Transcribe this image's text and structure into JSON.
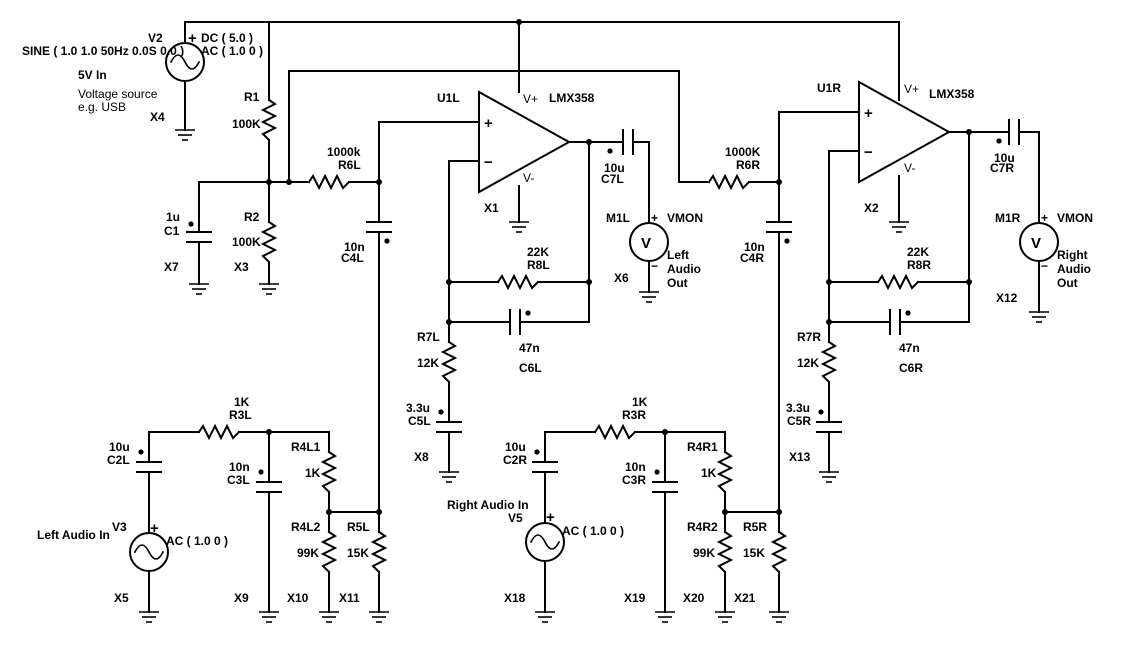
{
  "sources": {
    "v2": {
      "ref": "V2",
      "dc": "DC ( 5.0 )",
      "ac": "AC ( 1.0 0 )",
      "sine": "SINE ( 1.0 1.0 50Hz 0.0S 0.0 )",
      "label": "5V In",
      "desc1": "Voltage source",
      "desc2": "e.g. USB",
      "x": "X4"
    },
    "v3": {
      "ref": "V3",
      "ac": "AC ( 1.0 0 )",
      "label": "Left Audio In",
      "x": "X5"
    },
    "v5": {
      "ref": "V5",
      "ac": "AC ( 1.0 0 )",
      "label": "Right Audio In",
      "x": "X18"
    }
  },
  "opamps": {
    "u1l": {
      "ref": "U1L",
      "part": "LMX358",
      "vp": "V+",
      "vm": "V-",
      "plus": "+",
      "minus": "−",
      "x": "X1"
    },
    "u1r": {
      "ref": "U1R",
      "part": "LMX358",
      "vp": "V+",
      "vm": "V-",
      "plus": "+",
      "minus": "−",
      "x": "X2"
    }
  },
  "meters": {
    "m1l": {
      "ref": "M1L",
      "type": "VMON",
      "sym": "V",
      "l1": "Left",
      "l2": "Audio",
      "l3": "Out",
      "x": "X6"
    },
    "m1r": {
      "ref": "M1R",
      "type": "VMON",
      "sym": "V",
      "l1": "Right",
      "l2": "Audio",
      "l3": "Out",
      "x": "X12"
    }
  },
  "resistors": {
    "r1": {
      "ref": "R1",
      "val": "100K"
    },
    "r2": {
      "ref": "R2",
      "val": "100K",
      "x": "X3"
    },
    "r6l": {
      "ref": "R6L",
      "val": "1000k"
    },
    "r6r": {
      "ref": "R6R",
      "val": "1000K"
    },
    "r8l": {
      "ref": "R8L",
      "val": "22K"
    },
    "r8r": {
      "ref": "R8R",
      "val": "22K"
    },
    "r7l": {
      "ref": "R7L",
      "val": "12K"
    },
    "r7r": {
      "ref": "R7R",
      "val": "12K"
    },
    "r3l": {
      "ref": "R3L",
      "val": "1K"
    },
    "r3r": {
      "ref": "R3R",
      "val": "1K"
    },
    "r4l1": {
      "ref": "R4L1",
      "val": "1K"
    },
    "r4r1": {
      "ref": "R4R1",
      "val": "1K"
    },
    "r4l2": {
      "ref": "R4L2",
      "val": "99K",
      "x": "X10"
    },
    "r4r2": {
      "ref": "R4R2",
      "val": "99K",
      "x": "X20"
    },
    "r5l": {
      "ref": "R5L",
      "val": "15K",
      "x": "X11"
    },
    "r5r": {
      "ref": "R5R",
      "val": "15K",
      "x": "X21"
    }
  },
  "capacitors": {
    "c1": {
      "ref": "C1",
      "val": "1u",
      "x": "X7"
    },
    "c4l": {
      "ref": "C4L",
      "val": "10n"
    },
    "c4r": {
      "ref": "C4R",
      "val": "10n"
    },
    "c7l": {
      "ref": "C7L",
      "val": "10u"
    },
    "c7r": {
      "ref": "C7R",
      "val": "10u"
    },
    "c6l": {
      "ref": "C6L",
      "val": "47n"
    },
    "c6r": {
      "ref": "C6R",
      "val": "47n"
    },
    "c5l": {
      "ref": "C5L",
      "val": "3.3u",
      "x": "X8"
    },
    "c5r": {
      "ref": "C5R",
      "val": "3.3u",
      "x": "X13"
    },
    "c2l": {
      "ref": "C2L",
      "val": "10u"
    },
    "c2r": {
      "ref": "C2R",
      "val": "10u"
    },
    "c3l": {
      "ref": "C3L",
      "val": "10n",
      "x": "X9"
    },
    "c3r": {
      "ref": "C3R",
      "val": "10n",
      "x": "X19"
    }
  }
}
